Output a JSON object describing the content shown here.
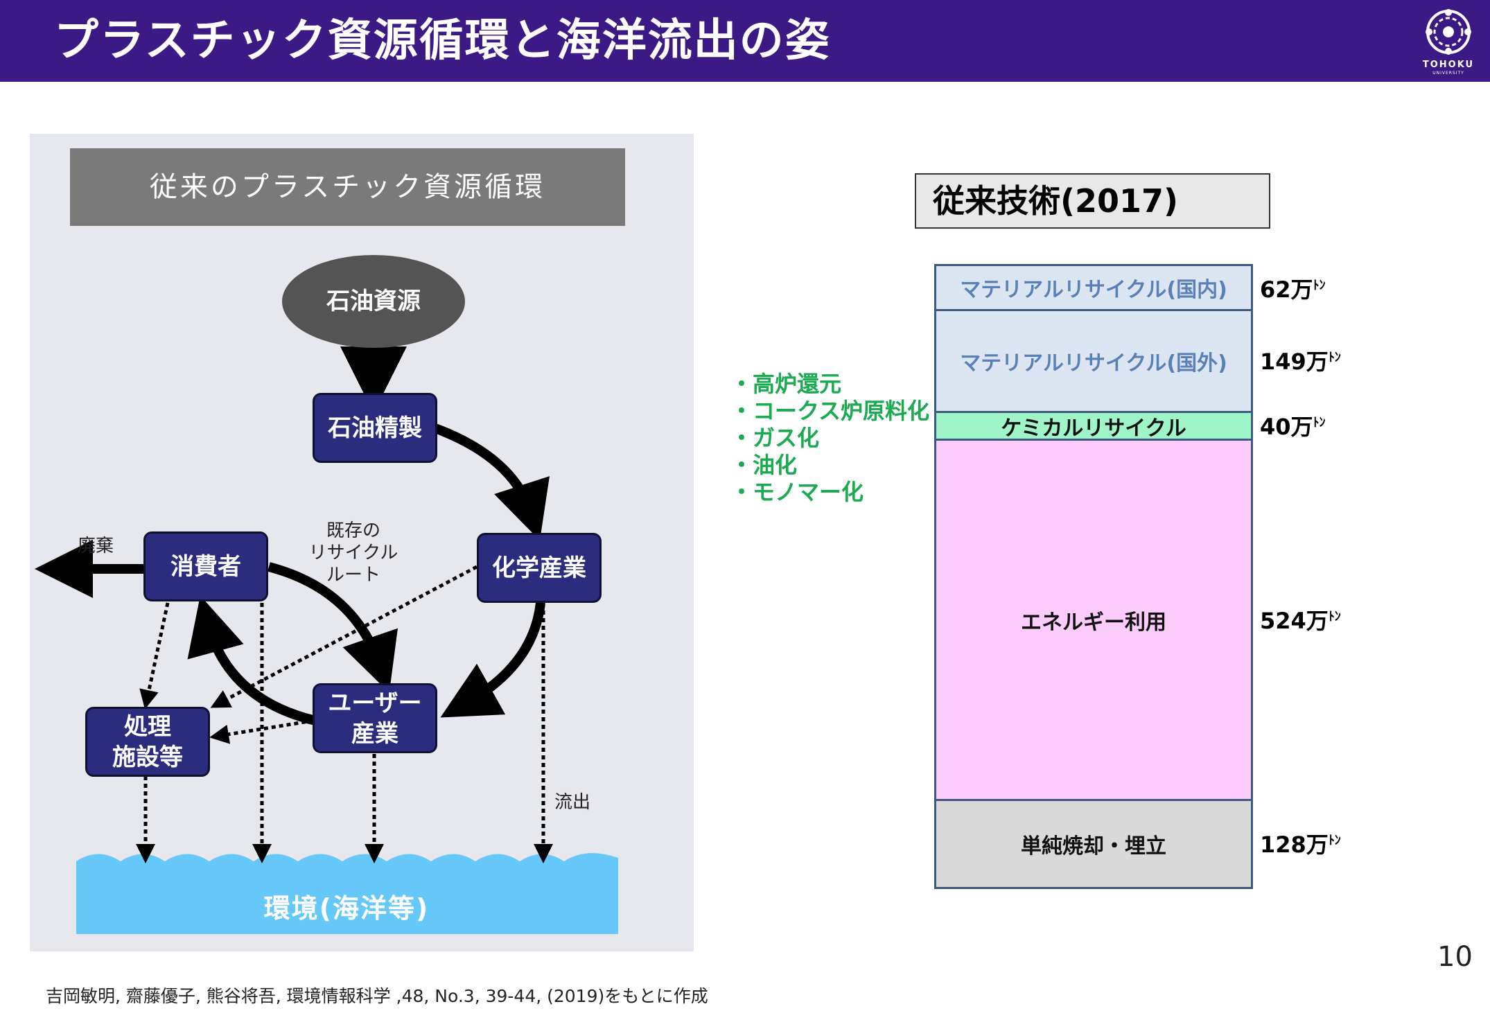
{
  "header": {
    "title": "プラスチック資源循環と海洋流出の姿"
  },
  "logo": {
    "label": "TOHOKU",
    "sub": "UNIVERSITY"
  },
  "diagram": {
    "panel_title": "従来のプラスチック資源循環",
    "oil_resource": "石油資源",
    "oil_refining": "石油精製",
    "chemical_industry": "化学産業",
    "consumer": "消費者",
    "user_industry": [
      "ユーザー",
      "産業"
    ],
    "processing_facility": [
      "処理",
      "施設等"
    ],
    "existing_route": [
      "既存の",
      "リサイクル",
      "ルート"
    ],
    "disposal": "廃棄",
    "outflow": "流出",
    "environment": "環境(海洋等)"
  },
  "chart_data": {
    "type": "bar",
    "title": "従来技術(2017)",
    "unit": "万ﾄﾝ",
    "segments": [
      {
        "name": "マテリアルリサイクル(国内)",
        "value": 62,
        "label": "62万",
        "color": "#dce6f2"
      },
      {
        "name": "マテリアルリサイクル(国外)",
        "value": 149,
        "label": "149万",
        "color": "#dce6f2"
      },
      {
        "name": "ケミカルリサイクル",
        "value": 40,
        "label": "40万",
        "color": "#9ff5c8"
      },
      {
        "name": "エネルギー利用",
        "value": 524,
        "label": "524万",
        "color": "#fcccfc"
      },
      {
        "name": "単純焼却・埋立",
        "value": 128,
        "label": "128万",
        "color": "#d9d9d9"
      }
    ],
    "chemical_recycling_methods": [
      "・高炉還元",
      "・コークス炉原料化",
      "・ガス化",
      "・油化",
      "・モノマー化"
    ]
  },
  "page_number": "10",
  "citation": "吉岡敏明, 齋藤優子, 熊谷将吾, 環境情報科学 ,48, No.3, 39-44, (2019)をもとに作成"
}
